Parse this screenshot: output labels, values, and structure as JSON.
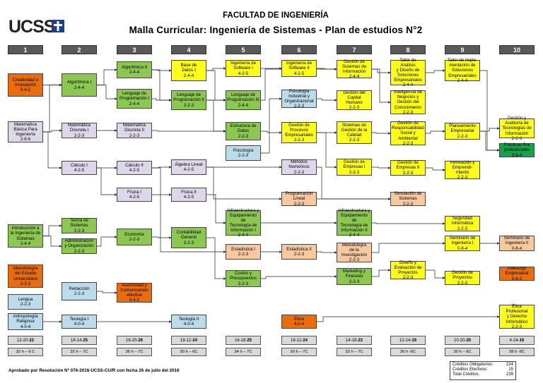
{
  "header": {
    "logo": "UCSS",
    "title": "FACULTAD DE INGENIERÍA",
    "subtitle": "Malla Curricular: Ingeniería de Sistemas - Plan de estudios N°2"
  },
  "colors": {
    "header_bar": "#595959",
    "orange": "#e96d0c",
    "green": "#8cc751",
    "lilac": "#ded7ea",
    "yellow": "#fdfc1a",
    "light_blue": "#bcdcec",
    "peach": "#f8c9a1",
    "dark_green": "#14a24d"
  },
  "columns": [
    "1",
    "2",
    "3",
    "4",
    "5",
    "6",
    "7",
    "8",
    "9",
    "10"
  ],
  "courses": [
    {
      "id": "creatividad",
      "text": "Creatividad e\nInnovación\n0-4-2",
      "color": "c-or"
    },
    {
      "id": "matematica_basica",
      "text": "Matemática\nBásica Para\nIngeniería\n2-8-6",
      "color": "c-li"
    },
    {
      "id": "intro_ing",
      "text": "Introducción a\nla Ingeniería de\nSistemas\n2-4-4",
      "color": "c-gr"
    },
    {
      "id": "metodologia_estudio",
      "text": "Metodología\ndel Estudio\nUniversitario\n2-2-3",
      "color": "c-or"
    },
    {
      "id": "lengua",
      "text": "Lengua\n2-2-3",
      "color": "c-bl"
    },
    {
      "id": "antropologia",
      "text": "Antropología\nReligiosa\n4-0-4",
      "color": "c-bl"
    },
    {
      "id": "algoritmica1",
      "text": "Algorítmica I\n2-4-4",
      "color": "c-gr"
    },
    {
      "id": "mat_discreta1",
      "text": "Matemática\nDiscreta I\n2-2-3",
      "color": "c-li"
    },
    {
      "id": "calculo1",
      "text": "Cálculo I\n4-2-5",
      "color": "c-li"
    },
    {
      "id": "teoria_sistemas",
      "text": "Teoría de\nSistemas\n2-2-3",
      "color": "c-gr"
    },
    {
      "id": "administracion",
      "text": "Administración\ny Organización\n2-2-3",
      "color": "c-gr"
    },
    {
      "id": "redaccion",
      "text": "Redacción\n2-2-3",
      "color": "c-bl"
    },
    {
      "id": "teologia1",
      "text": "Teología I\n4-0-4",
      "color": "c-bl"
    },
    {
      "id": "algoritmica2",
      "text": "Algorítmica II\n2-4-4",
      "color": "c-gr"
    },
    {
      "id": "lenguaje_prog1",
      "text": "Lenguaje de\nProgramación I\n2-4-4",
      "color": "c-gr"
    },
    {
      "id": "mat_discreta2",
      "text": "Matemática\nDiscreta II\n2-2-3",
      "color": "c-li"
    },
    {
      "id": "calculo2",
      "text": "Cálculo II\n4-2-5",
      "color": "c-li"
    },
    {
      "id": "fisica1",
      "text": "Física I\n4-2-5",
      "color": "c-li"
    },
    {
      "id": "economia",
      "text": "Economía\n2-2-3",
      "color": "c-gr"
    },
    {
      "id": "asertividad",
      "text": "Asertividad y\nComunicación\nefectiva\n0-4-2",
      "color": "c-or"
    },
    {
      "id": "base_datos1",
      "text": "Base de\nDatos I\n2-4-4",
      "color": "c-ye"
    },
    {
      "id": "lenguaje_prog2",
      "text": "Lenguaje de\nProgramación II\n2-2-3",
      "color": "c-gr"
    },
    {
      "id": "algebra_lineal",
      "text": "Álgebra Lineal\n4-2-5",
      "color": "c-li"
    },
    {
      "id": "fisica2",
      "text": "Física II\n4-2-5",
      "color": "c-li"
    },
    {
      "id": "contabilidad",
      "text": "Contabilidad\nGeneral\n2-2-3",
      "color": "c-gr"
    },
    {
      "id": "teologia2",
      "text": "Teología II\n4-0-4",
      "color": "c-bl"
    },
    {
      "id": "ing_software1",
      "text": "Ingeniería de\nSoftware I\n4-2-5",
      "color": "c-ye"
    },
    {
      "id": "lenguaje_prog3",
      "text": "Lenguaje de\nProgramación III\n2-4-4",
      "color": "c-gr"
    },
    {
      "id": "estructura_datos",
      "text": "Estructura de\nDatos\n2-2-3",
      "color": "c-gr"
    },
    {
      "id": "psicologia",
      "text": "Psicología\n2-2-3",
      "color": "c-bl"
    },
    {
      "id": "infraestructura1",
      "text": "Infraestructura y\nEquipamiento de\nTecnología de\nInformación I\n2-4-4",
      "color": "c-gr"
    },
    {
      "id": "estadistica1",
      "text": "Estadística I\n2-2-3",
      "color": "c-pe"
    },
    {
      "id": "costos",
      "text": "Costos y\nPresupuestos\n2-2-3",
      "color": "c-gr"
    },
    {
      "id": "ing_software2",
      "text": "Ingeniería de\nSoftware II\n4-2-5",
      "color": "c-ye"
    },
    {
      "id": "psicologia_ind",
      "text": "Psicología\nIndustrial y\nOrganizacional\n2-2-3",
      "color": "c-bl"
    },
    {
      "id": "gestion_procesos",
      "text": "Gestión de\nProcesos\nEmpresariales\n2-2-3",
      "color": "c-ye"
    },
    {
      "id": "metodos_numericos",
      "text": "Métodos\nNuméricos\n2-2-3",
      "color": "c-li"
    },
    {
      "id": "prog_lineal",
      "text": "Programación\nLineal\n2-2-3",
      "color": "c-pe"
    },
    {
      "id": "estadistica2",
      "text": "Estadística II\n2-2-3",
      "color": "c-pe"
    },
    {
      "id": "etica",
      "text": "Ética\n4-0-4",
      "color": "c-or"
    },
    {
      "id": "gestion_sistemas_info",
      "text": "Gestión de\nSistemas de\nInformación\n2-4-4",
      "color": "c-ye"
    },
    {
      "id": "gestion_capital",
      "text": "Gestión del\nCapital\nHumano\n2-2-3",
      "color": "c-ye"
    },
    {
      "id": "sistemas_calidad",
      "text": "Sistemas de\nGestión de la\nCalidad\n2-2-3",
      "color": "c-ye"
    },
    {
      "id": "gestion_empresas1",
      "text": "Gestión de\nEmpresas I\n2-2-3",
      "color": "c-ye"
    },
    {
      "id": "infraestructura2",
      "text": "Infraestructura y\nEquipamiento de\nTecnología de\nInformación II\n2-4-4",
      "color": "c-gr"
    },
    {
      "id": "metodologia_inv",
      "text": "Metodología\nde la\nInvestigación\n2-2-3",
      "color": "c-pe"
    },
    {
      "id": "marketing",
      "text": "Marketing y\nFinanzas\n2-2-3",
      "color": "c-gr"
    },
    {
      "id": "taller_analisis",
      "text": "Taller de Análisis\ny Diseño de\nSoluciones\nEmpresariales\n2-4-4",
      "color": "c-ye"
    },
    {
      "id": "inteligencia_negocios",
      "text": "Inteligencia de\nNegocios y\nGestión del\nConocimiento\n2-2-3",
      "color": "c-ye"
    },
    {
      "id": "gestion_responsabilidad",
      "text": "Gestión de\nResponsabilidad\nSocial y\nAmbiental\n2-2-3",
      "color": "c-ye"
    },
    {
      "id": "gestion_empresas2",
      "text": "Gestión de\nEmpresas II\n2-2-3",
      "color": "c-ye"
    },
    {
      "id": "simulacion",
      "text": "Simulación de\nSistemas\n2-2-3",
      "color": "c-pe"
    },
    {
      "id": "diseno_proyectos",
      "text": "Diseño y\nEvaluación de\nProyectos\n2-2-3",
      "color": "c-ye"
    },
    {
      "id": "taller_implementacion",
      "text": "Taller de Imple-\nmentación de\nSoluciones\nEmpresariales\n2-4-4",
      "color": "c-ye"
    },
    {
      "id": "planeamiento",
      "text": "Planeamiento\nEmpresarial\n2-2-3",
      "color": "c-ye"
    },
    {
      "id": "innovacion",
      "text": "Innovación y\nEmprendi-\nmiento\n2-2-3",
      "color": "c-ye"
    },
    {
      "id": "seguridad",
      "text": "Seguridad\nInformática\n2-2-3",
      "color": "c-ye"
    },
    {
      "id": "seminario1",
      "text": "Seminario de\nIngeniería I\n0-8-4",
      "color": "c-ye"
    },
    {
      "id": "gestion_proyectos",
      "text": "Gestión de\nProyectos\n2-2-3",
      "color": "c-ye"
    },
    {
      "id": "auditoria",
      "text": "Gestión y\nAuditoría de\nTecnologías de\nInformación\n2-2-3",
      "color": "c-ye"
    },
    {
      "id": "practicas",
      "text": "Prácticas Pre\nprofesionales\n0-8-4",
      "color": "c-dg"
    },
    {
      "id": "seminario2",
      "text": "Seminario de\nIngeniería II\n0-8-4",
      "color": "c-pe"
    },
    {
      "id": "liderazgo",
      "text": "Liderazgo\nEmpresarial\n0-4-2",
      "color": "c-or"
    },
    {
      "id": "etica_profesional",
      "text": "Ética\nProfesional\ny Derecho\nInformático\n2-2-3",
      "color": "c-ye"
    }
  ],
  "credits_row": [
    {
      "pre": "12-20-",
      "bold": "22"
    },
    {
      "pre": "18-14-",
      "bold": "25"
    },
    {
      "pre": "16-20-",
      "bold": "26"
    },
    {
      "pre": "18-12-",
      "bold": "24"
    },
    {
      "pre": "16-18-",
      "bold": "25"
    },
    {
      "pre": "18-12-",
      "bold": "24"
    },
    {
      "pre": "14-18-",
      "bold": "23"
    },
    {
      "pre": "12-14-",
      "bold": "19"
    },
    {
      "pre": "10-20-",
      "bold": "20"
    },
    {
      "pre": "4-24-",
      "bold": "16"
    }
  ],
  "hours_row": [
    "32 h – 6 C",
    "32 h – 7C",
    "36 h – 7C",
    "30 h – 6C",
    "34 h – 7C",
    "30 h – 7C",
    "32 h – 7C",
    "26 h -6C",
    "30 h – 6C",
    "28 h -5C"
  ],
  "footer": {
    "approved": "Aprobado por Resolución Nº 076-2016-UCSS-CU/R con fecha 26 de julio del 2016",
    "totals": [
      {
        "label": "Créditos Obligatorios:",
        "value": "224"
      },
      {
        "label": "Créditos Electivos:",
        "value": "15"
      },
      {
        "label": "Total Créditos:",
        "value": "239"
      }
    ]
  }
}
